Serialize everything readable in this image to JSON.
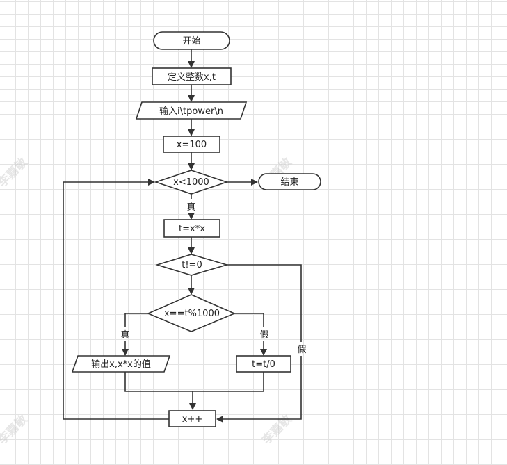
{
  "flowchart": {
    "nodes": {
      "start": "开始",
      "define": "定义整数x,t",
      "input": "输入i\\tpower\\n",
      "init": "x=100",
      "loop_cond": "x<1000",
      "end": "结束",
      "square": "t=x*x",
      "nonzero": "t!=0",
      "check": "x==t%1000",
      "output": "输出x,x*x的值",
      "divide": "t=t/0",
      "increment": "x++"
    },
    "edge_labels": {
      "loop_true": "真",
      "check_true": "真",
      "check_false": "假",
      "nonzero_false": "假"
    }
  },
  "watermark": "李嘉敏",
  "colors": {
    "stroke": "#333333",
    "grid": "#e3e3e3",
    "background": "#ffffff"
  }
}
